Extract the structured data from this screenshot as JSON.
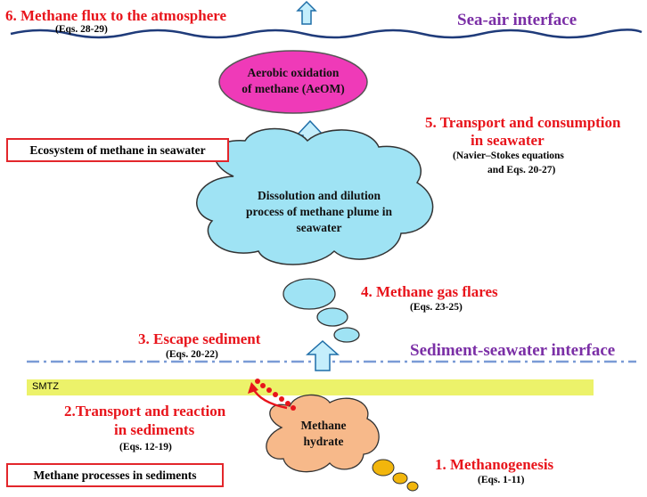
{
  "sea_air_label": "Sea-air interface",
  "sediment_seawater_label": "Sediment-seawater interface",
  "smtz_label": "SMTZ",
  "aeom": {
    "line1": "Aerobic oxidation",
    "line2": "of methane (AeOM)"
  },
  "plume": {
    "line1": "Dissolution and dilution",
    "line2": "process of methane plume in",
    "line3": "seawater"
  },
  "hydrate": {
    "line1": "Methane",
    "line2": "hydrate"
  },
  "ecosystem_box": "Ecosystem of methane in seawater",
  "processes_box": "Methane processes in sediments",
  "step1": {
    "title": "1. Methanogenesis",
    "eq": "(Eqs. 1-11)"
  },
  "step2": {
    "title_line1": "2.Transport and reaction",
    "title_line2": "in sediments",
    "eq": "(Eqs. 12-19)"
  },
  "step3": {
    "title": "3. Escape sediment",
    "eq": "(Eqs. 20-22)"
  },
  "step4": {
    "title": "4. Methane gas flares",
    "eq": "(Eqs. 23-25)"
  },
  "step5": {
    "title_line1": "5. Transport and consumption",
    "title_line2": "in seawater",
    "eq_line1": "(Navier–Stokes equations",
    "eq_line2": "and Eqs. 20-27)"
  },
  "step6": {
    "title": "6. Methane flux to the atmosphere",
    "eq": "(Eqs. 28-29)"
  },
  "colors": {
    "red": "#e8141b",
    "purple": "#7b2fa6",
    "aeom_fill": "#ef3ab8",
    "cloud_fill": "#9fe3f4",
    "hydrate_fill": "#f7b98a",
    "smtz_fill": "#ecf26a",
    "dots_fill": "#f2b60c",
    "arrow_fill": "#c4eefc",
    "line": "#1f3b7a"
  }
}
